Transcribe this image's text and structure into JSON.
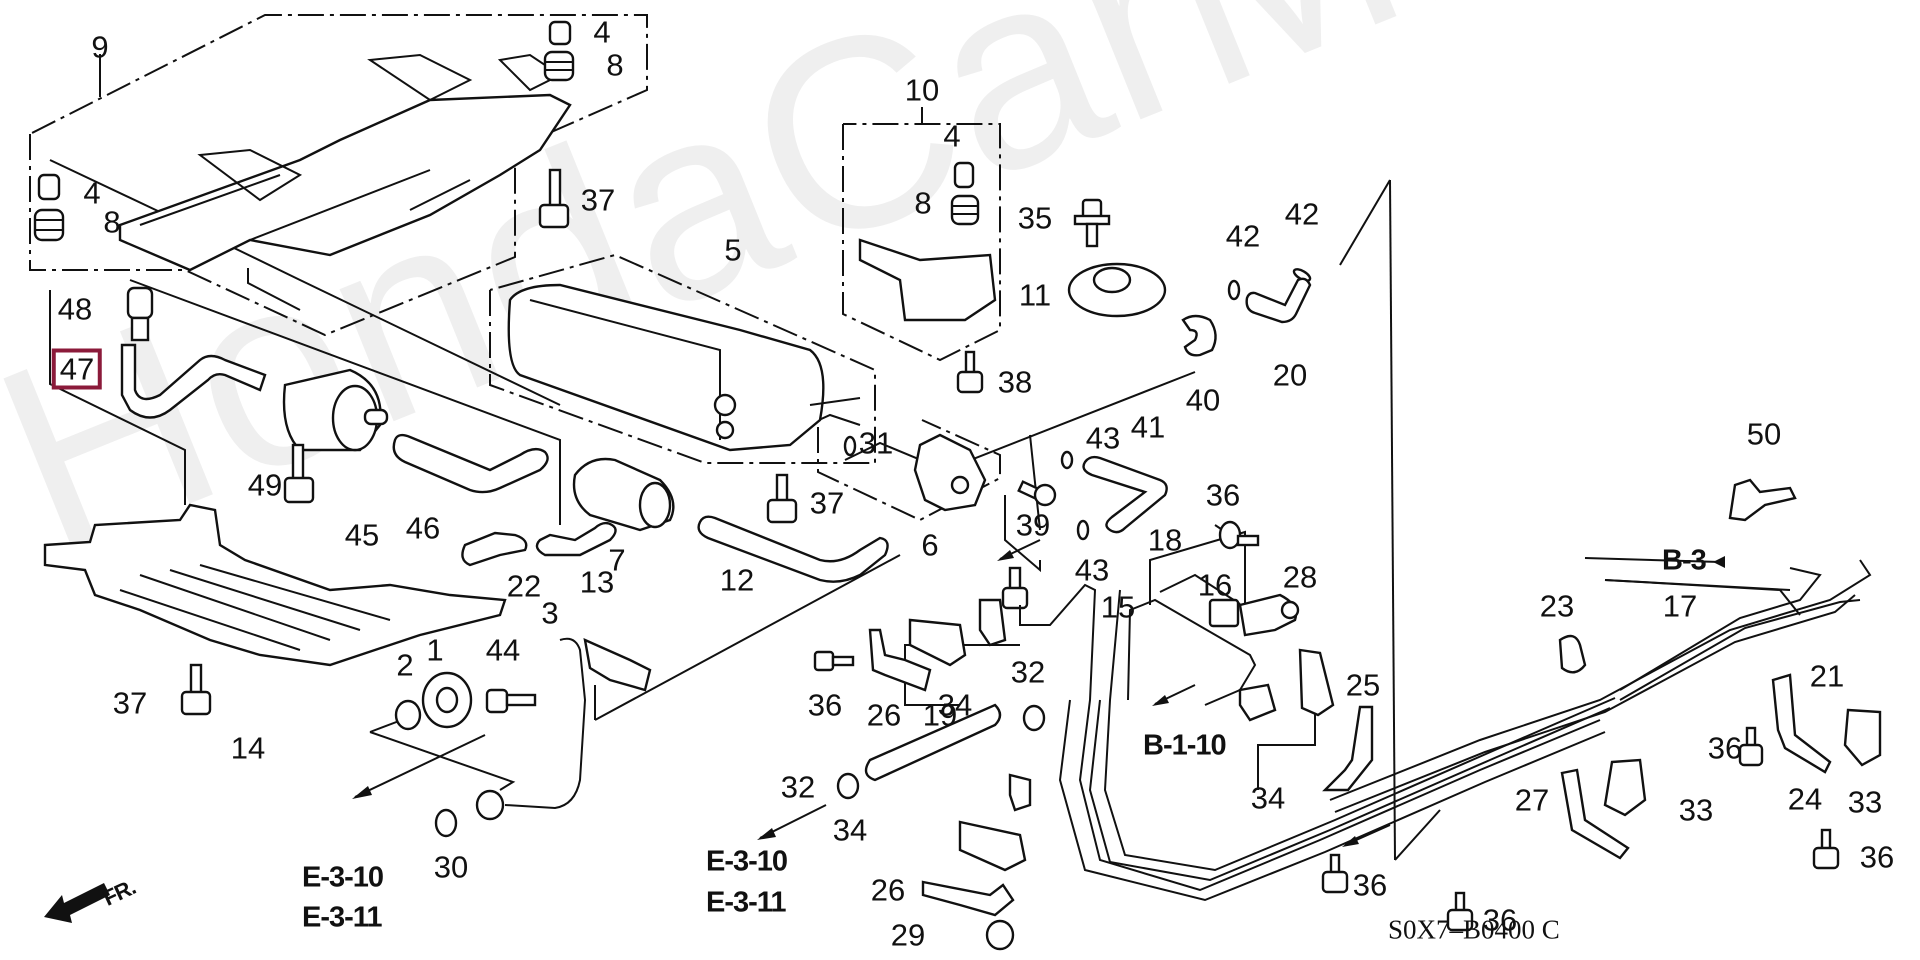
{
  "diagram": {
    "title": "Fuel pipe / canister parts diagram",
    "drawing_code": "S0X7–B0400 C",
    "watermark": "HondaCarMine.ru",
    "highlight_color": "#8b1a3a",
    "highlighted_part": "47",
    "direction_indicator": "FR.",
    "callouts": [
      {
        "id": "c9",
        "label": "9"
      },
      {
        "id": "c4a",
        "label": "4"
      },
      {
        "id": "c8a",
        "label": "8"
      },
      {
        "id": "c4b",
        "label": "4"
      },
      {
        "id": "c8b",
        "label": "8"
      },
      {
        "id": "c37a",
        "label": "37"
      },
      {
        "id": "c48",
        "label": "48"
      },
      {
        "id": "c47",
        "label": "47",
        "highlighted": true
      },
      {
        "id": "c49",
        "label": "49"
      },
      {
        "id": "c45",
        "label": "45"
      },
      {
        "id": "c46",
        "label": "46"
      },
      {
        "id": "c10",
        "label": "10"
      },
      {
        "id": "c4c",
        "label": "4"
      },
      {
        "id": "c8c",
        "label": "8"
      },
      {
        "id": "c5",
        "label": "5"
      },
      {
        "id": "c35",
        "label": "35"
      },
      {
        "id": "c11",
        "label": "11"
      },
      {
        "id": "c38",
        "label": "38"
      },
      {
        "id": "c42a",
        "label": "42"
      },
      {
        "id": "c42b",
        "label": "42"
      },
      {
        "id": "c20",
        "label": "20"
      },
      {
        "id": "c40",
        "label": "40"
      },
      {
        "id": "c31",
        "label": "31"
      },
      {
        "id": "c43a",
        "label": "43"
      },
      {
        "id": "c41",
        "label": "41"
      },
      {
        "id": "c37b",
        "label": "37"
      },
      {
        "id": "c39",
        "label": "39"
      },
      {
        "id": "c6",
        "label": "6"
      },
      {
        "id": "c43b",
        "label": "43"
      },
      {
        "id": "c22",
        "label": "22"
      },
      {
        "id": "c13",
        "label": "13"
      },
      {
        "id": "c7",
        "label": "7"
      },
      {
        "id": "c12",
        "label": "12"
      },
      {
        "id": "c3",
        "label": "3"
      },
      {
        "id": "c1",
        "label": "1"
      },
      {
        "id": "c2",
        "label": "2"
      },
      {
        "id": "c44",
        "label": "44"
      },
      {
        "id": "c37c",
        "label": "37"
      },
      {
        "id": "c14",
        "label": "14"
      },
      {
        "id": "c30",
        "label": "30"
      },
      {
        "id": "c36a",
        "label": "36"
      },
      {
        "id": "c18",
        "label": "18"
      },
      {
        "id": "c16",
        "label": "16"
      },
      {
        "id": "c28",
        "label": "28"
      },
      {
        "id": "c15",
        "label": "15"
      },
      {
        "id": "c36b",
        "label": "36"
      },
      {
        "id": "c26a",
        "label": "26"
      },
      {
        "id": "c19",
        "label": "19"
      },
      {
        "id": "c34a",
        "label": "34"
      },
      {
        "id": "c32a",
        "label": "32"
      },
      {
        "id": "c32b",
        "label": "32"
      },
      {
        "id": "c34b",
        "label": "34"
      },
      {
        "id": "c26b",
        "label": "26"
      },
      {
        "id": "c29",
        "label": "29"
      },
      {
        "id": "c25",
        "label": "25"
      },
      {
        "id": "c34c",
        "label": "34"
      },
      {
        "id": "c50",
        "label": "50"
      },
      {
        "id": "c23",
        "label": "23"
      },
      {
        "id": "c17",
        "label": "17"
      },
      {
        "id": "c21",
        "label": "21"
      },
      {
        "id": "c36c",
        "label": "36"
      },
      {
        "id": "c24",
        "label": "24"
      },
      {
        "id": "c33a",
        "label": "33"
      },
      {
        "id": "c27",
        "label": "27"
      },
      {
        "id": "c33b",
        "label": "33"
      },
      {
        "id": "c36d",
        "label": "36"
      },
      {
        "id": "c36e",
        "label": "36"
      },
      {
        "id": "c36f",
        "label": "36"
      }
    ],
    "references": [
      {
        "id": "r_e310a",
        "label": "E-3-10"
      },
      {
        "id": "r_e311a",
        "label": "E-3-11"
      },
      {
        "id": "r_e310b",
        "label": "E-3-10"
      },
      {
        "id": "r_e311b",
        "label": "E-3-11"
      },
      {
        "id": "r_b110",
        "label": "B-1-10"
      },
      {
        "id": "r_b3",
        "label": "B-3"
      }
    ]
  }
}
